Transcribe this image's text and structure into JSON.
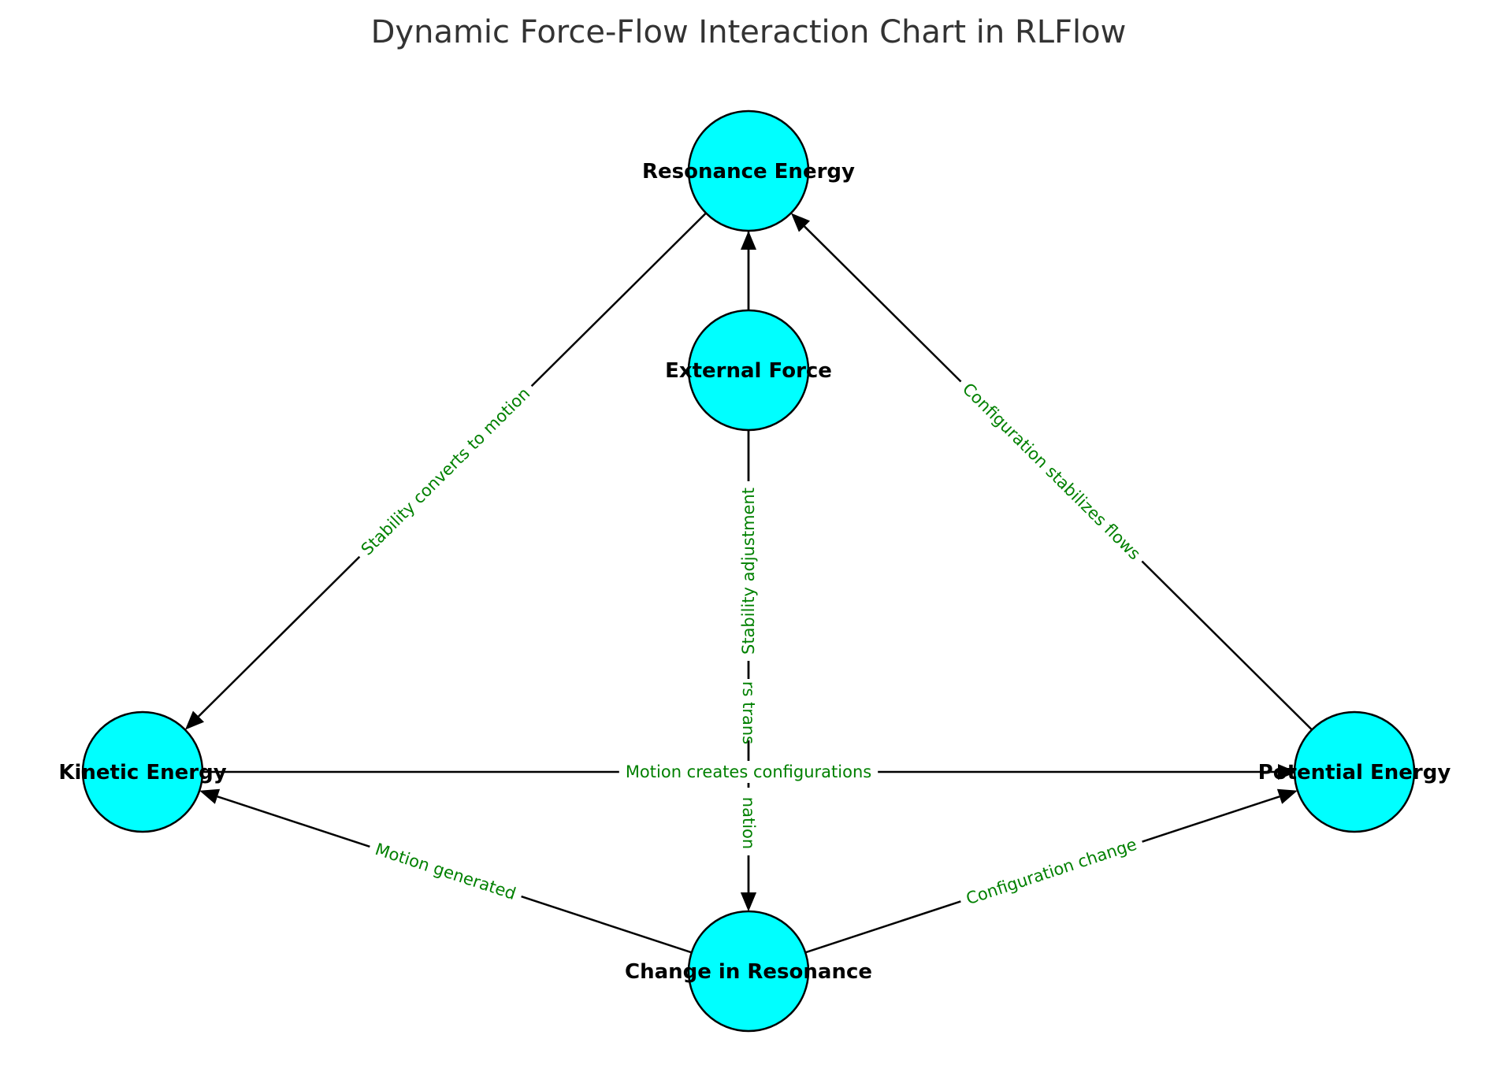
{
  "title": "Dynamic Force-Flow Interaction Chart in RLFlow",
  "colors": {
    "node_fill": "#00ffff",
    "node_stroke": "#000000",
    "edge": "#000000",
    "edge_label": "#008000",
    "title": "#333333"
  },
  "nodes": [
    {
      "id": "resonance",
      "label": "Resonance Energy"
    },
    {
      "id": "external",
      "label": "External Force"
    },
    {
      "id": "kinetic",
      "label": "Kinetic Energy"
    },
    {
      "id": "potential",
      "label": "Potential Energy"
    },
    {
      "id": "change",
      "label": "Change in Resonance"
    }
  ],
  "edges": [
    {
      "source": "resonance",
      "target": "change",
      "label": "Stability adjustment"
    },
    {
      "source": "external",
      "target": "change",
      "label": "rs trans",
      "label_fragment_2": "nation",
      "note": "label partially occluded"
    },
    {
      "source": "external",
      "target": "resonance",
      "label": ""
    },
    {
      "source": "resonance",
      "target": "kinetic",
      "label": "Stability converts to motion"
    },
    {
      "source": "potential",
      "target": "resonance",
      "label": "Configuration stabilizes flows"
    },
    {
      "source": "change",
      "target": "kinetic",
      "label": "Motion generated"
    },
    {
      "source": "change",
      "target": "potential",
      "label": "Configuration change"
    },
    {
      "source": "kinetic",
      "target": "potential",
      "label": "Motion creates configurations"
    }
  ]
}
